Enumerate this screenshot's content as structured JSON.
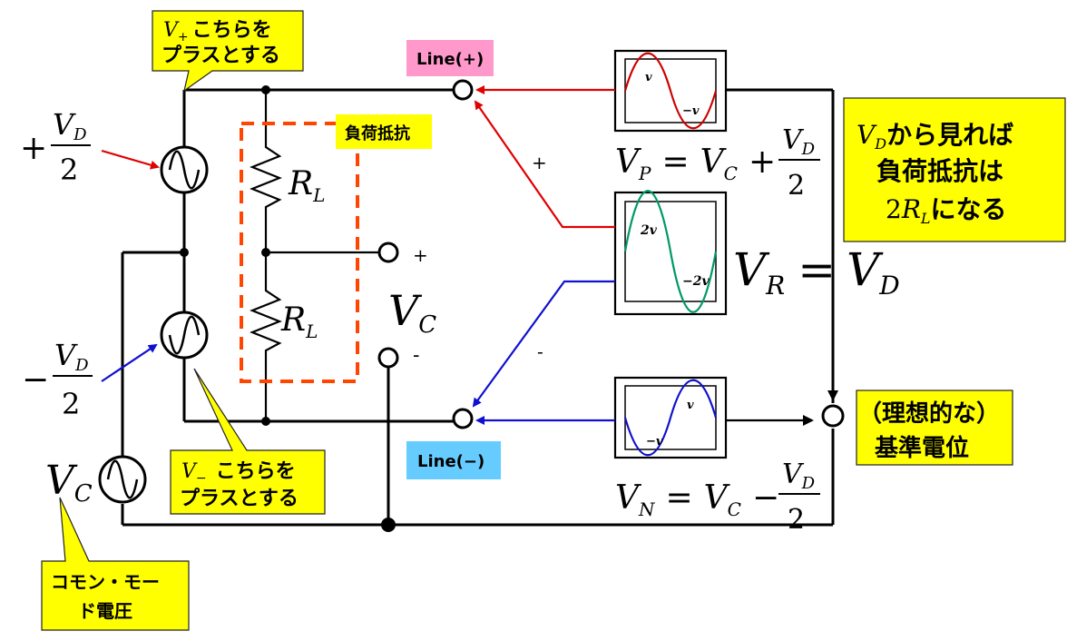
{
  "callouts": {
    "v_plus_sym": "V",
    "v_plus_sub": "+",
    "v_plus_line1": "こちらを",
    "v_plus_line2": "プラスとする",
    "v_minus_sym": "V",
    "v_minus_sub": "−",
    "v_minus_line1": "こちらを",
    "v_minus_line2": "プラスとする",
    "common_line1": "コモン・モー",
    "common_line2": "ド電圧",
    "vd_view_sym": "V",
    "vd_view_sub": "D",
    "vd_view_line1": "から見れば",
    "vd_view_line2": "負荷抵抗は",
    "vd_view_line3_pre": "2",
    "vd_view_line3_sym": "R",
    "vd_view_line3_sub": "L",
    "vd_view_line3_post": "になる",
    "reference_line1": "（理想的な）",
    "reference_line2": "基準電位"
  },
  "labels": {
    "load_resistor": "負荷抵抗",
    "line_plus": "Line(+)",
    "line_minus": "Line(−)",
    "plus_sign": "+",
    "minus_sign": "-",
    "vc_plus": "+",
    "vc_minus": "-",
    "resistor_sym": "R",
    "resistor_sub": "L"
  },
  "sources": {
    "top_sign": "+",
    "top_num": "V",
    "top_num_sub": "D",
    "top_den": "2",
    "mid_sign": "−",
    "mid_num": "V",
    "mid_num_sub": "D",
    "mid_den": "2",
    "common_sym": "V",
    "common_sub": "C"
  },
  "center": {
    "vc_sym": "V",
    "vc_sub": "C"
  },
  "equations": {
    "vp_lhs": "V",
    "vp_lhs_sub": "P",
    "vp_eq": "=",
    "vp_vc": "V",
    "vp_vc_sub": "C",
    "vp_op": "+",
    "vp_num": "V",
    "vp_num_sub": "D",
    "vp_den": "2",
    "vr_lhs": "V",
    "vr_lhs_sub": "R",
    "vr_eq": "=",
    "vr_rhs": "V",
    "vr_rhs_sub": "D",
    "vn_lhs": "V",
    "vn_lhs_sub": "N",
    "vn_eq": "=",
    "vn_vc": "V",
    "vn_vc_sub": "C",
    "vn_op": "−",
    "vn_num": "V",
    "vn_num_sub": "D",
    "vn_den": "2"
  },
  "scopes": {
    "top_peak": "v",
    "top_trough": "−v",
    "mid_peak": "2v",
    "mid_trough": "−2v",
    "bottom_peak": "v",
    "bottom_trough": "−v"
  },
  "colors": {
    "callout_yellow": "#ffff00",
    "line_plus_pink": "#ff99cc",
    "line_minus_cyan": "#66ccff",
    "load_box_orange": "#ff4500",
    "positive_wire_red": "#e00000",
    "negative_wire_blue": "#1010d0",
    "waveform_red": "#cc0000",
    "waveform_green": "#009966",
    "waveform_blue": "#1010cc"
  }
}
